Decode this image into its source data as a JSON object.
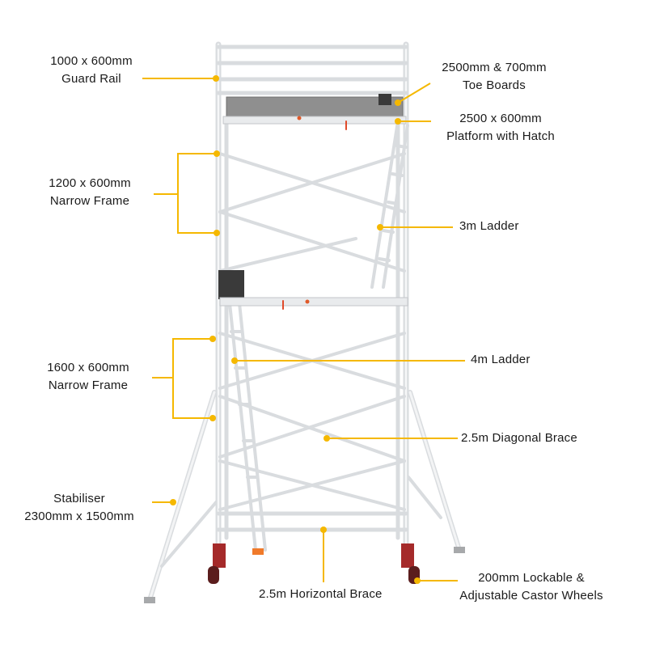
{
  "colors": {
    "accent": "#f5b800",
    "frame": "#e4e6e8",
    "frame_shadow": "#b9bdc1",
    "toe_board": "#8f8f8f",
    "wheel": "#a52a2a"
  },
  "labels": {
    "guard_rail": {
      "line1": "1000 x 600mm",
      "line2": "Guard Rail"
    },
    "toe_boards": {
      "line1": "2500mm & 700mm",
      "line2": "Toe Boards"
    },
    "platform": {
      "line1": "2500 x 600mm",
      "line2": "Platform with Hatch"
    },
    "narrow_frame_1200": {
      "line1": "1200 x 600mm",
      "line2": "Narrow Frame"
    },
    "ladder_3m": {
      "line1": "3m Ladder"
    },
    "narrow_frame_1600": {
      "line1": "1600 x 600mm",
      "line2": "Narrow Frame"
    },
    "ladder_4m": {
      "line1": "4m Ladder"
    },
    "diagonal_brace": {
      "line1": "2.5m Diagonal Brace"
    },
    "stabiliser": {
      "line1": "Stabiliser",
      "line2": "2300mm x 1500mm"
    },
    "horizontal_brace": {
      "line1": "2.5m Horizontal Brace"
    },
    "castor_wheels": {
      "line1": "200mm Lockable &",
      "line2": "Adjustable Castor Wheels"
    }
  }
}
